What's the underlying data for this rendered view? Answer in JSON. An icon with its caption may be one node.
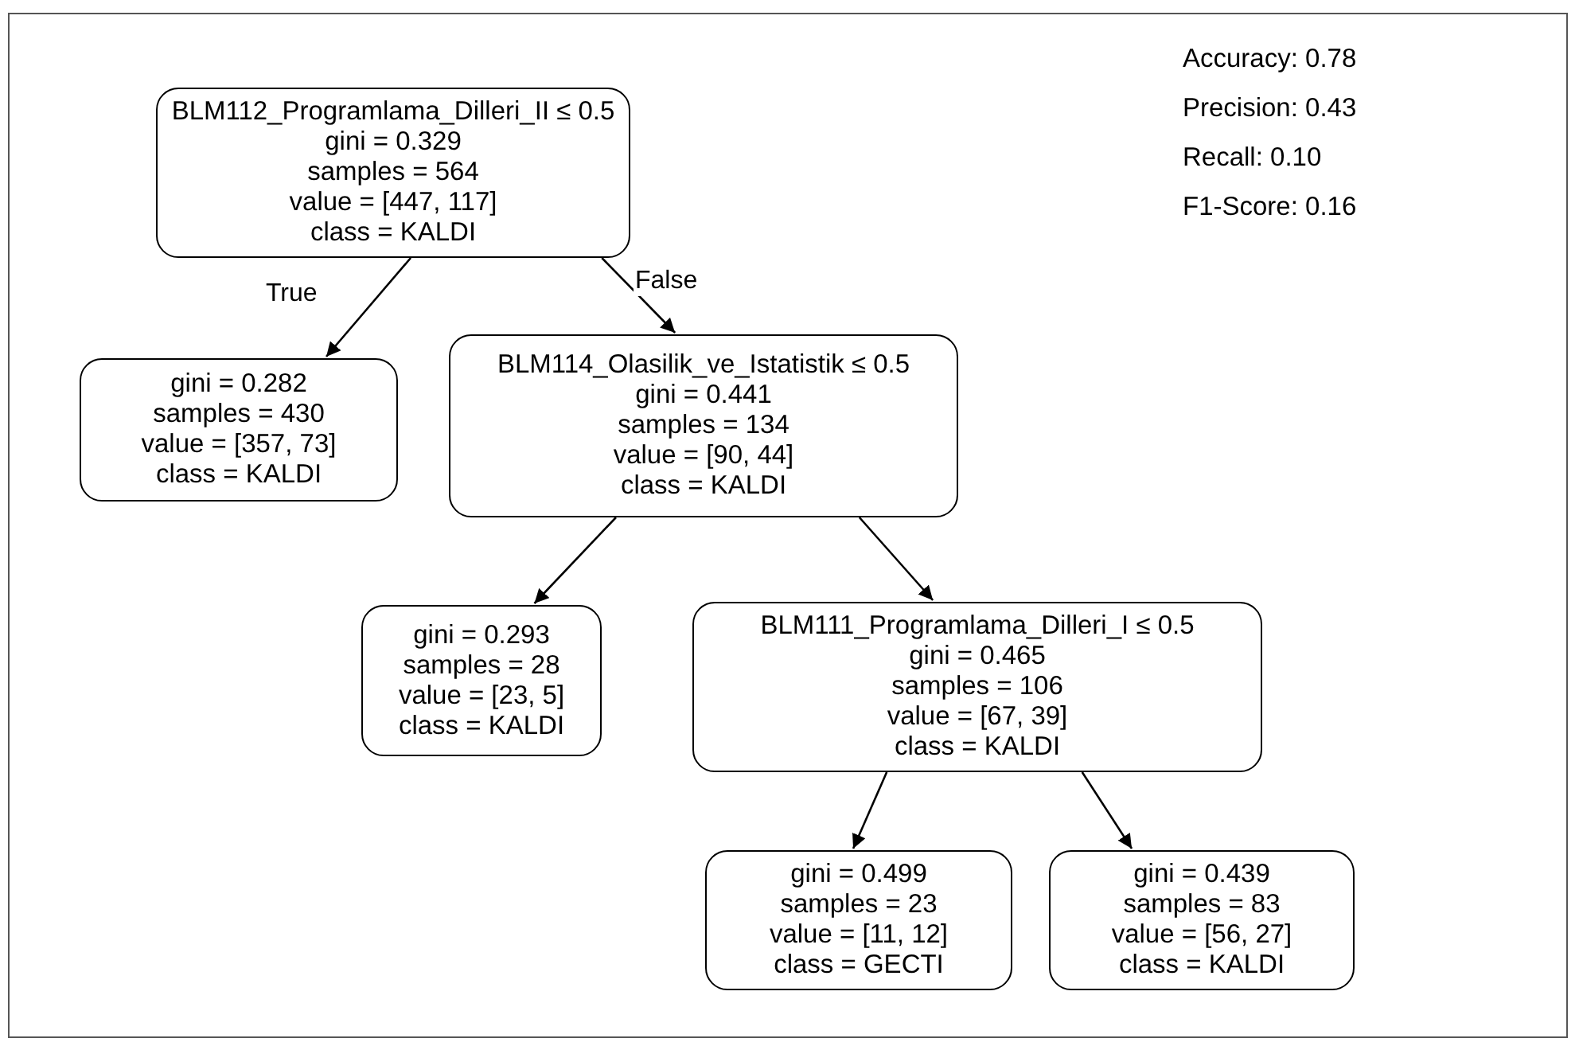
{
  "diagram": {
    "nodes": [
      {
        "text": [
          "BLM112_Programlama_Dilleri_II ≤ 0.5",
          "gini = 0.329",
          "samples = 564",
          "value = [447, 117]",
          "class = KALDI"
        ]
      },
      {
        "text": [
          "gini = 0.282",
          "samples = 430",
          "value = [357, 73]",
          "class = KALDI"
        ]
      },
      {
        "text": [
          "BLM114_Olasilik_ve_Istatistik ≤ 0.5",
          "gini = 0.441",
          "samples = 134",
          "value = [90, 44]",
          "class = KALDI"
        ]
      },
      {
        "text": [
          "gini = 0.293",
          "samples = 28",
          "value = [23, 5]",
          "class = KALDI"
        ]
      },
      {
        "text": [
          "BLM111_Programlama_Dilleri_I ≤ 0.5",
          "gini = 0.465",
          "samples = 106",
          "value = [67, 39]",
          "class = KALDI"
        ]
      },
      {
        "text": [
          "gini = 0.499",
          "samples = 23",
          "value = [11, 12]",
          "class = GECTI"
        ]
      },
      {
        "text": [
          "gini = 0.439",
          "samples = 83",
          "value = [56, 27]",
          "class = KALDI"
        ]
      }
    ],
    "edges": [
      {
        "from": 0,
        "to": 1,
        "arrow": "to",
        "label": "True"
      },
      {
        "from": 0,
        "to": 2,
        "arrow": "to",
        "label": "False"
      },
      {
        "from": 2,
        "to": 3,
        "arrow": "to"
      },
      {
        "from": 2,
        "to": 4,
        "arrow": "to"
      },
      {
        "from": 4,
        "to": 5,
        "arrow": "to"
      },
      {
        "from": 4,
        "to": 6,
        "arrow": "to"
      }
    ],
    "labels": [
      "Accuracy: 0.78",
      "Precision: 0.43",
      "Recall: 0.10",
      "F1-Score: 0.16"
    ]
  }
}
